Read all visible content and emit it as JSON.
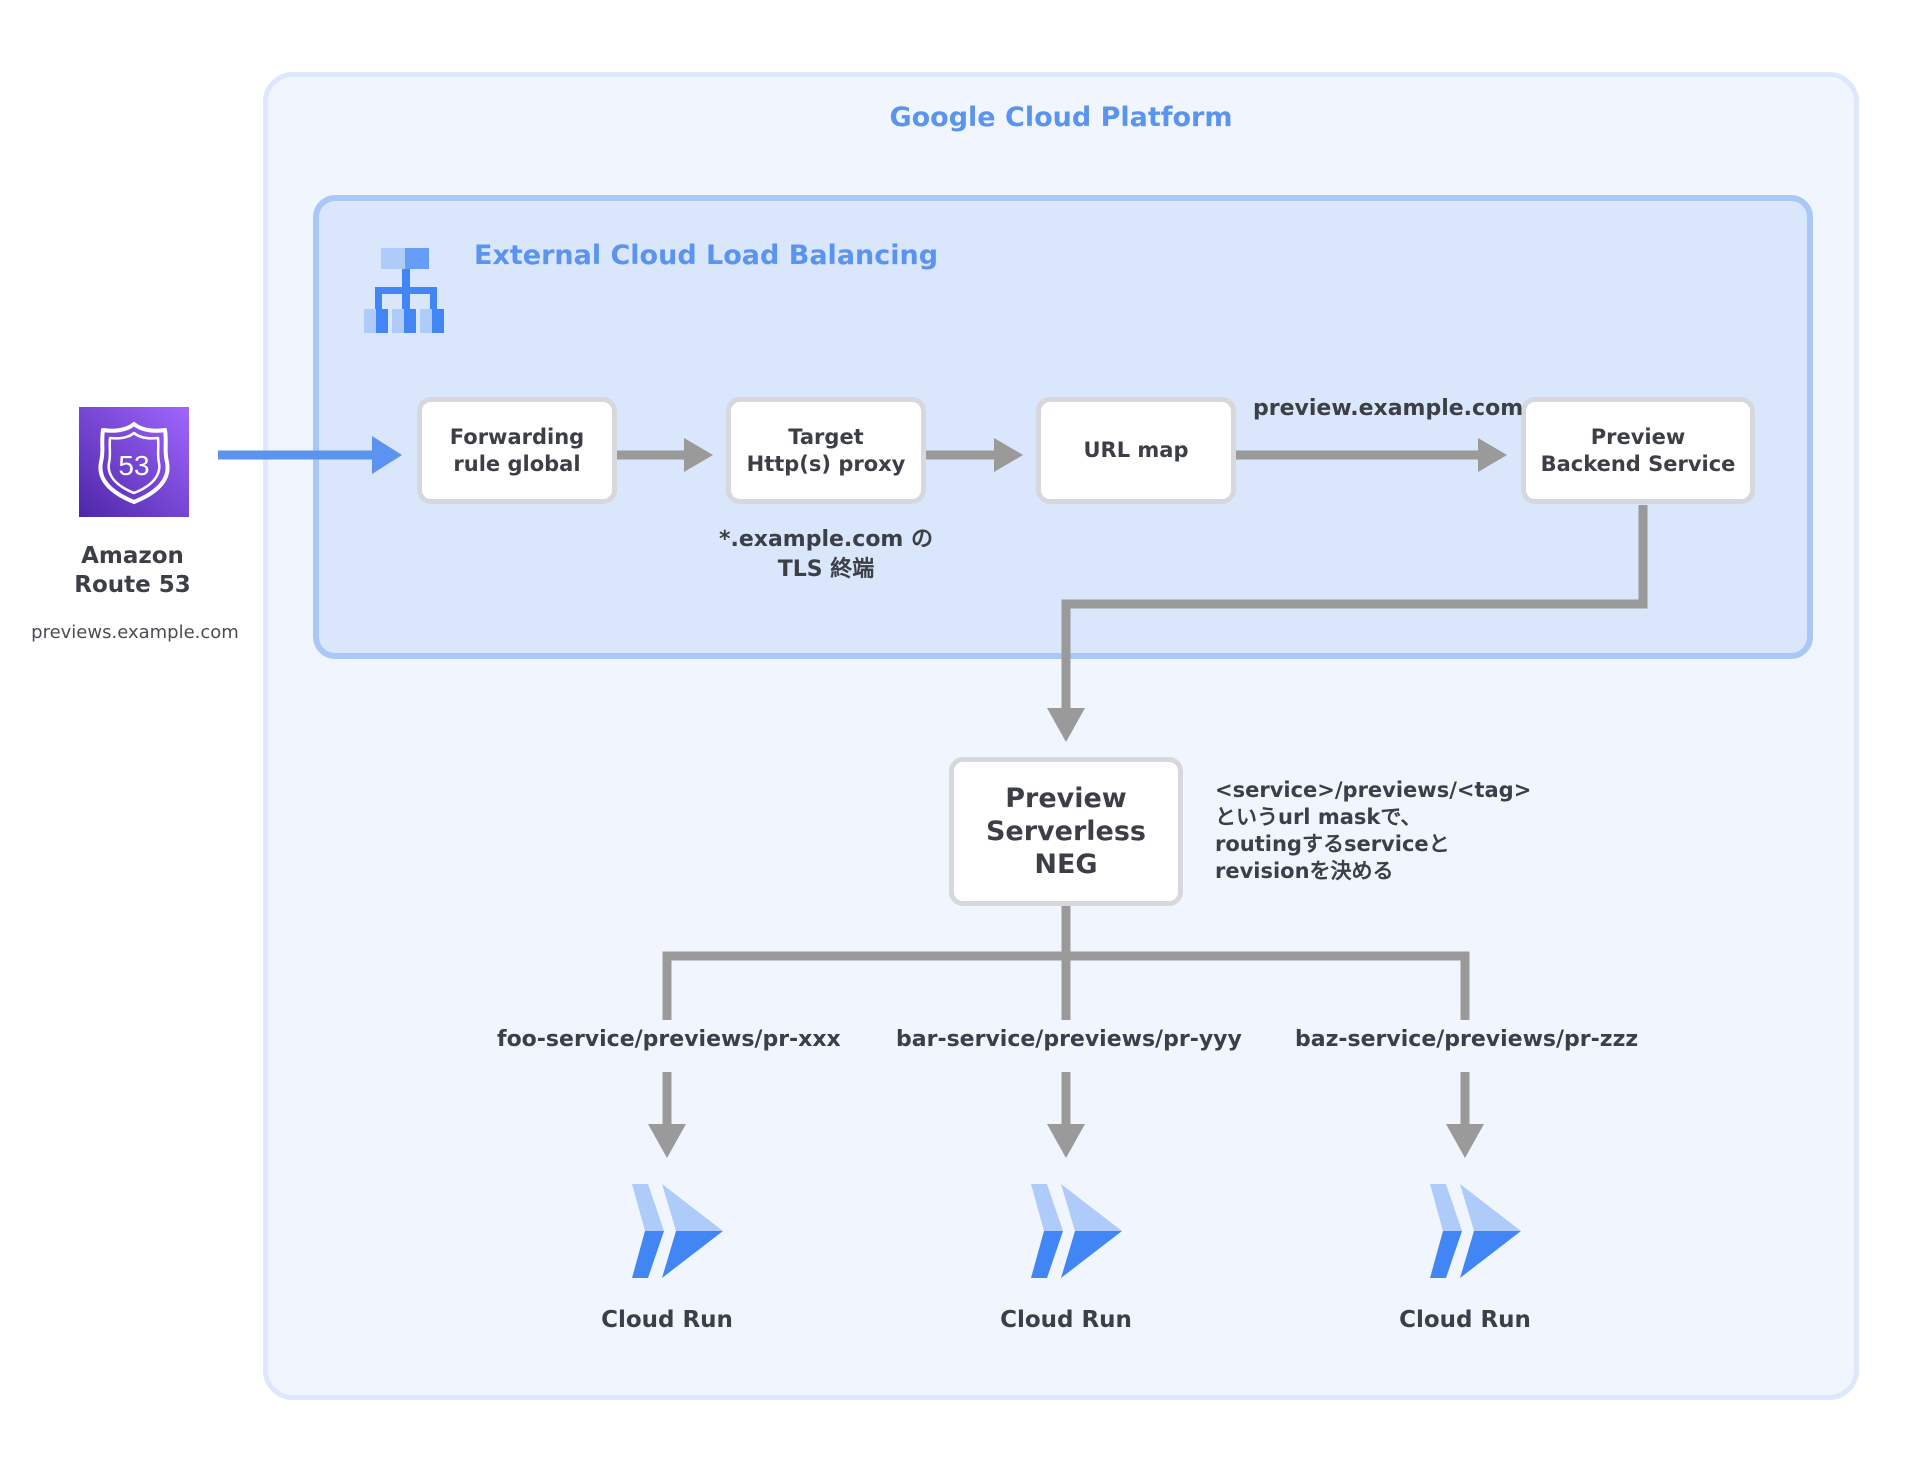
{
  "route53": {
    "icon": "route53-icon",
    "shield_number": "53",
    "title": "Amazon\nRoute 53",
    "hostname": "previews.example.com",
    "brand_color": "#8c4fff"
  },
  "gcp": {
    "title": "Google Cloud Platform",
    "accent_color": "#5b94ef"
  },
  "load_balancer": {
    "title": "External Cloud Load Balancing",
    "icon": "load-balancer-icon",
    "nodes": {
      "forwarding_rule": "Forwarding\nrule global",
      "target_proxy": "Target\nHttp(s) proxy",
      "url_map": "URL map",
      "backend_service": "Preview\nBackend Service"
    },
    "tls_note": "*.example.com の\nTLS 終端",
    "host_rule_label": "preview.example.com"
  },
  "neg": {
    "label": "Preview\nServerless\nNEG",
    "note": "<service>/previews/<tag>\nというurl maskで、\nroutingするserviceと\nrevisionを決める"
  },
  "routes": [
    {
      "path": "foo-service/previews/pr-xxx",
      "target": "Cloud Run"
    },
    {
      "path": "bar-service/previews/pr-yyy",
      "target": "Cloud Run"
    },
    {
      "path": "baz-service/previews/pr-zzz",
      "target": "Cloud Run"
    }
  ],
  "colors": {
    "connector": "#9a9a9a",
    "ingress_arrow": "#5b94ef",
    "cloud_run_light": "#aecbfa",
    "cloud_run_dark": "#4285f4"
  }
}
